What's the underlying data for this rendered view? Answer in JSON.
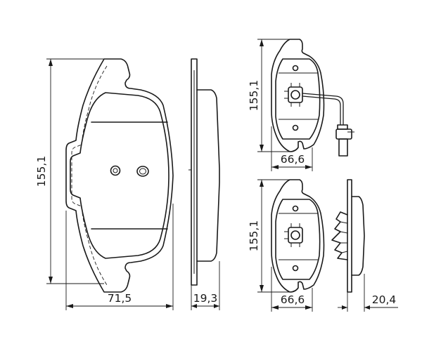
{
  "dimensions": {
    "main_height": "155,1",
    "main_width": "71,5",
    "main_thickness": "19,3",
    "sensor_pad_height": "155,1",
    "sensor_pad_width": "66,6",
    "lower_pad_height": "155,1",
    "lower_pad_width": "66,6",
    "lower_pad_thickness": "20,4"
  }
}
